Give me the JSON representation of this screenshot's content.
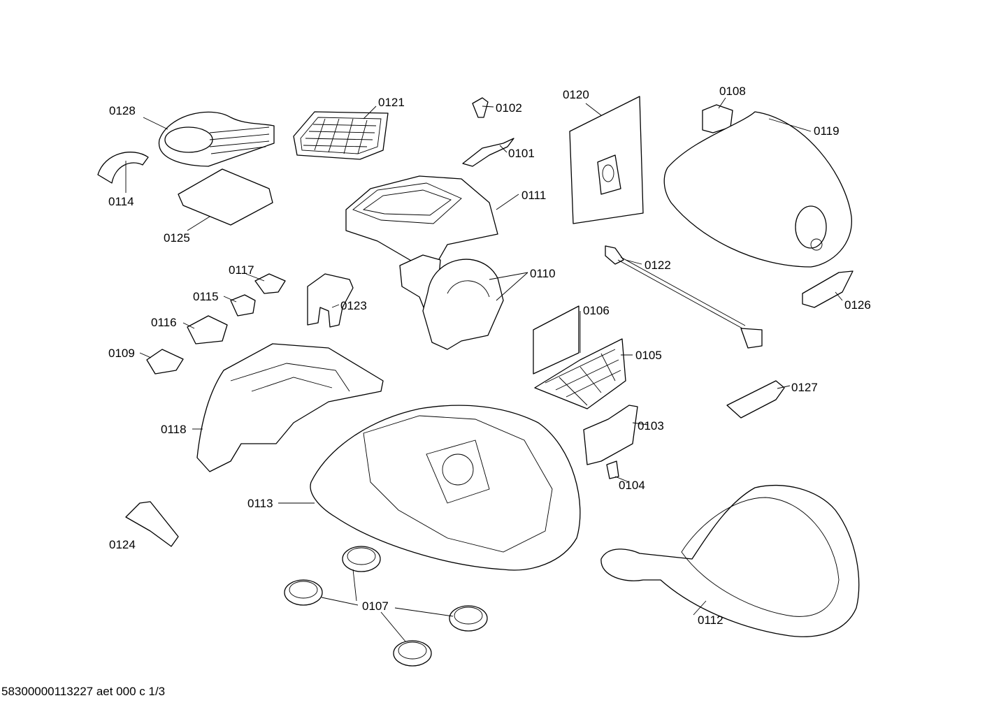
{
  "labels": {
    "p0101": "0101",
    "p0102": "0102",
    "p0103": "0103",
    "p0104": "0104",
    "p0105": "0105",
    "p0106": "0106",
    "p0107": "0107",
    "p0108": "0108",
    "p0109": "0109",
    "p0110": "0110",
    "p0111": "0111",
    "p0112": "0112",
    "p0113": "0113",
    "p0114": "0114",
    "p0115": "0115",
    "p0116": "0116",
    "p0117": "0117",
    "p0118": "0118",
    "p0119": "0119",
    "p0120": "0120",
    "p0121": "0121",
    "p0122": "0122",
    "p0123": "0123",
    "p0124": "0124",
    "p0125": "0125",
    "p0126": "0126",
    "p0127": "0127",
    "p0128": "0128"
  },
  "footer": "58300000113227 aet 000 c 1/3"
}
